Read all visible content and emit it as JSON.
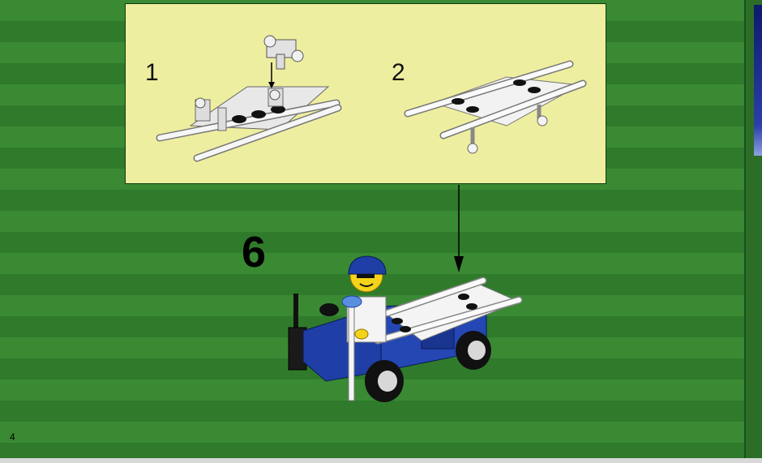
{
  "instructions": {
    "step_number": "6",
    "sub_steps": [
      {
        "label": "1"
      },
      {
        "label": "2"
      }
    ],
    "page_number": "4"
  },
  "colors": {
    "background_green": "#3a8a34",
    "inset_yellow": "#eeeea0",
    "part_white": "#f2f2f2",
    "part_blue": "#1f3fa6",
    "part_black": "#111111"
  }
}
